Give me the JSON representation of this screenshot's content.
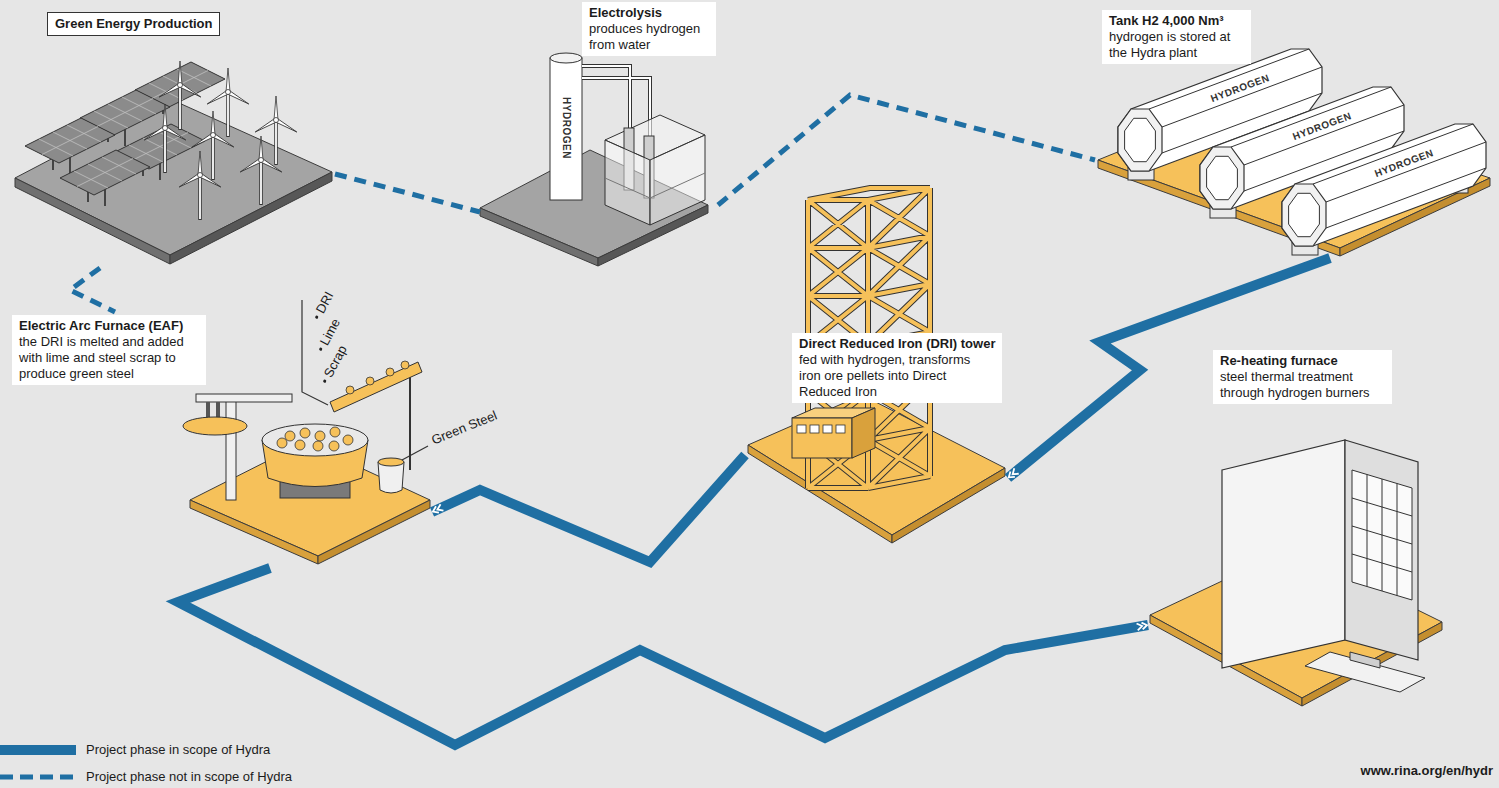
{
  "diagram": {
    "nodes": [
      {
        "text": [
          "Green Energy Production"
        ]
      },
      {
        "text": [
          "Electrolysis",
          "produces hydrogen from water"
        ]
      },
      {
        "text": [
          "Tank H2 4,000 Nm³",
          "hydrogen is stored at the Hydra plant"
        ]
      },
      {
        "text": [
          "Electric Arc Furnace (EAF)",
          "the DRI is melted and added with lime and steel scrap to produce green steel"
        ]
      },
      {
        "text": [
          "Direct Reduced Iron (DRI) tower",
          "fed with hydrogen, transforms iron ore pellets into Direct Reduced Iron"
        ]
      },
      {
        "text": [
          "Re-heating furnace",
          "steel thermal treatment through hydrogen burners"
        ]
      }
    ],
    "edges": [
      {
        "from": 0,
        "to": 1,
        "arrow": "none"
      },
      {
        "from": 1,
        "to": 2,
        "arrow": "none"
      },
      {
        "from": 0,
        "to": 3,
        "arrow": "none"
      },
      {
        "from": 2,
        "to": 4,
        "arrow": "to"
      },
      {
        "from": 4,
        "to": 3,
        "arrow": "to"
      },
      {
        "from": 3,
        "to": 5,
        "arrow": "to"
      }
    ],
    "labels": [
      "HYDROGEN",
      "HYDROGEN",
      "HYDROGEN",
      "HYDROGEN",
      "DRI",
      "Lime",
      "Scrap",
      "Green Steel",
      "www.rina.org/en/hydr"
    ],
    "legend": [
      {
        "text": "Project phase in scope of Hydra"
      },
      {
        "text": "Project phase not in scope of Hydra"
      }
    ]
  }
}
